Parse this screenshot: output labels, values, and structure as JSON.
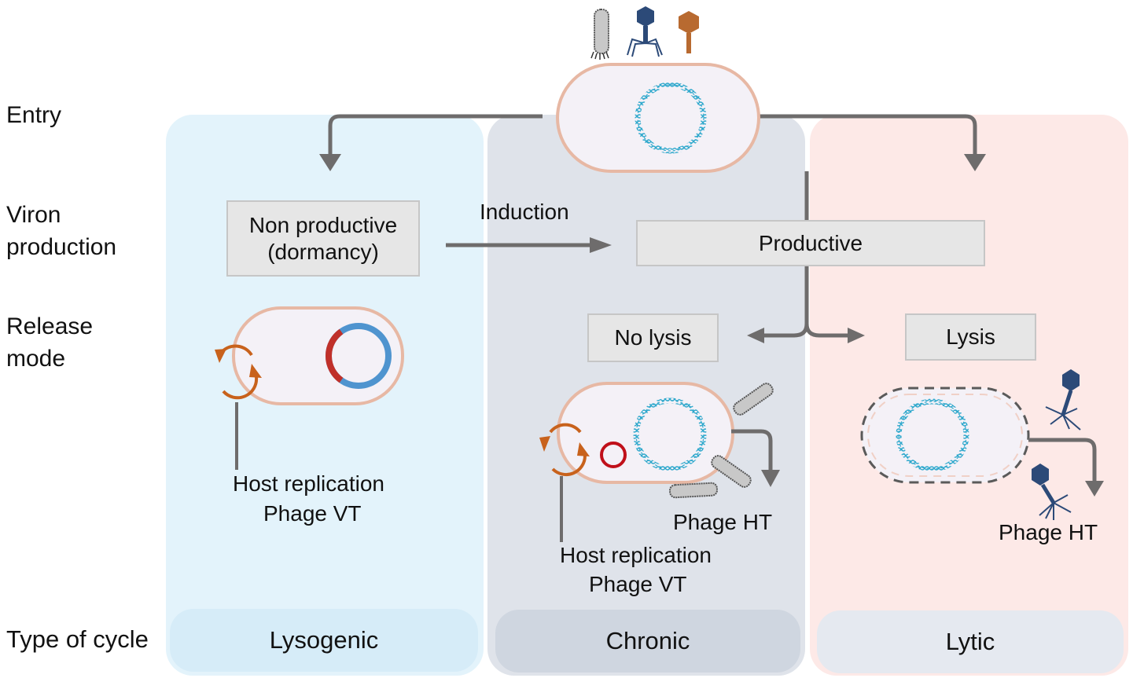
{
  "row_labels": {
    "entry": "Entry",
    "viron_production_line1": "Viron",
    "viron_production_line2": "production",
    "release_mode_line1": "Release",
    "release_mode_line2": "mode",
    "type_of_cycle": "Type of cycle"
  },
  "boxes": {
    "non_productive_line1": "Non productive",
    "non_productive_line2": "(dormancy)",
    "productive": "Productive",
    "no_lysis": "No lysis",
    "lysis": "Lysis"
  },
  "labels": {
    "induction": "Induction",
    "lysogenic_host_replication": "Host replication",
    "lysogenic_phage_vt": "Phage VT",
    "chronic_phage_ht": "Phage HT",
    "chronic_host_replication": "Host replication",
    "chronic_phage_vt": "Phage VT",
    "lytic_phage_ht": "Phage HT"
  },
  "cycles": {
    "lysogenic": "Lysogenic",
    "chronic": "Chronic",
    "lytic": "Lytic"
  },
  "icons": {
    "phages_top": [
      "filamentous-phage-icon",
      "tailed-phage-icon",
      "orange-tailed-phage-icon"
    ],
    "cells": [
      "host-cell-icon",
      "lysogenic-cell-icon",
      "chronic-cell-icon",
      "lysed-cell-icon"
    ]
  },
  "colors": {
    "lysogenic_panel": "#e3f3fb",
    "chronic_panel": "#dfe3ea",
    "lytic_panel": "#fde9e7",
    "lysogenic_cycle": "#d6ecf8",
    "chronic_cycle": "#cfd6e0",
    "lytic_cycle": "#e5e9f0",
    "arrow": "#6e6c6c",
    "cell_membrane": "#e7b8a4",
    "cell_fill": "#f4f1f7",
    "dna": "#2ea8cc",
    "phage_blue": "#2c4a78",
    "phage_orange": "#b86a30",
    "replication_arrow": "#c8621c",
    "prophage_red": "#c0302a",
    "plasmid_blue": "#4f94cf"
  }
}
